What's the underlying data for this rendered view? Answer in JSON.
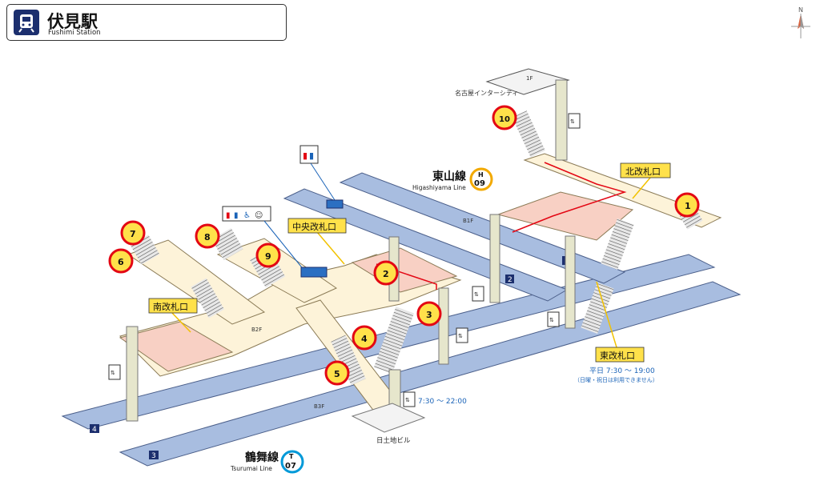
{
  "header": {
    "title_jp": "伏見駅",
    "title_en": "Fushimi Station"
  },
  "compass": {
    "north": "N"
  },
  "icons": {
    "train": "train-icon",
    "toilet": "toilet-icon",
    "elevator": "elevator-icon",
    "compass": "compass-icon"
  },
  "colors": {
    "platform": "#a8bde0",
    "concourse": "#fdf3d9",
    "gate_area": "#f8d0c4",
    "gate_label": "#ffe14a",
    "exit_ring": "#e30613",
    "exit_fill": "#ffe14a",
    "route": "#e30613",
    "line_h": "#f2a900",
    "line_t": "#0099d8",
    "note_blue": "#1a63b8"
  },
  "floors": {
    "f1": "1F",
    "b1f": "B1F",
    "b2f": "B2F",
    "b3f": "B3F"
  },
  "lines": {
    "higashiyama": {
      "jp": "東山線",
      "en": "Higashiyama Line",
      "letter": "H",
      "num": "09"
    },
    "tsurumai": {
      "jp": "鶴舞線",
      "en": "Tsurumai Line",
      "letter": "T",
      "num": "07"
    }
  },
  "gates": {
    "north": "北改札口",
    "central": "中央改札口",
    "south": "南改札口",
    "east": "東改札口",
    "east_hours": "平日 7:30 ～ 19:00",
    "east_note": "（日曜・祝日は利用できません）"
  },
  "hours_elevator": "7:30 ～ 22:00",
  "places": {
    "nagoya_city": "名古屋インターシティ",
    "nitto_bldg": "日土地ビル"
  },
  "tracks": [
    "1",
    "2",
    "3",
    "4"
  ],
  "exits": [
    "1",
    "2",
    "3",
    "4",
    "5",
    "6",
    "7",
    "8",
    "9",
    "10"
  ]
}
